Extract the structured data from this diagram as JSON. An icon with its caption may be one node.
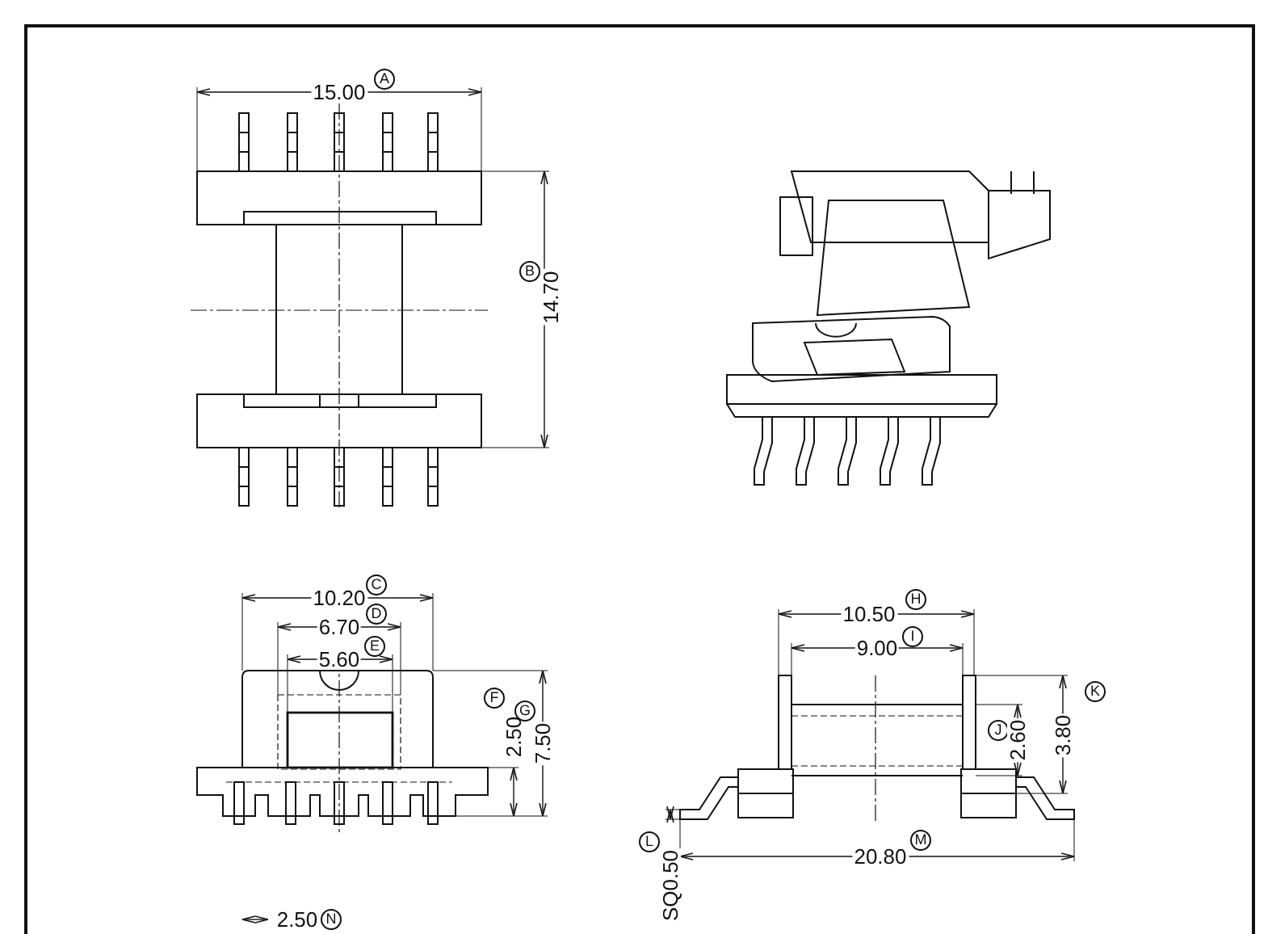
{
  "diagram": {
    "labels": [
      "15.00",
      "A",
      "B",
      "14.70",
      "10.20",
      "C",
      "6.70",
      "D",
      "5.60",
      "E",
      "F",
      "2.50",
      "G",
      "7.50",
      "10.50",
      "H",
      "9.00",
      "I",
      "K",
      "J",
      "2.60",
      "3.80",
      "L",
      "SQ0.50",
      "20.80",
      "M",
      "2.50",
      "N"
    ]
  }
}
